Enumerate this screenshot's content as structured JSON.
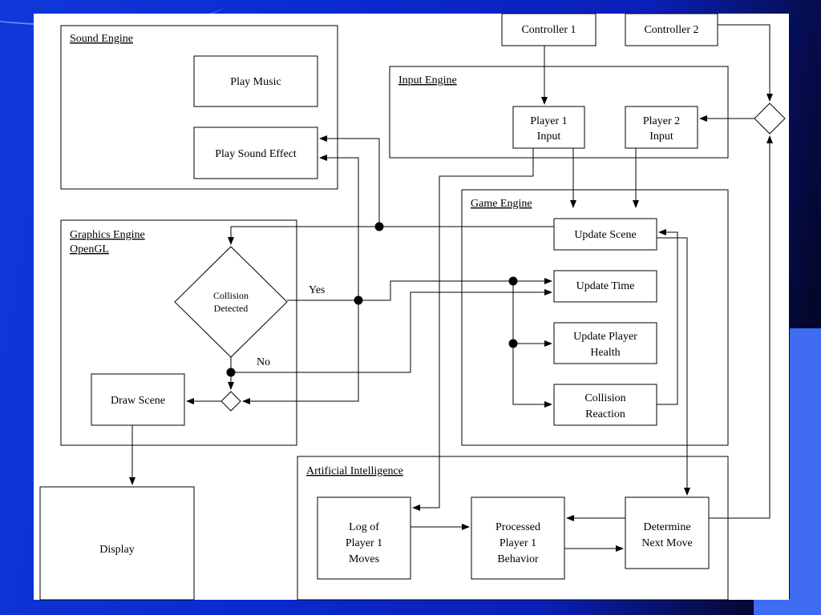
{
  "colors": {
    "slide_background": "#1038d8",
    "accent": "#3f6cf2",
    "canvas": "#ffffff",
    "ink": "#000000"
  },
  "diagram": {
    "engines": {
      "sound": "Sound Engine",
      "input": "Input Engine",
      "graphics_line1": "Graphics Engine",
      "graphics_line2": "OpenGL",
      "game": "Game Engine",
      "ai": "Artificial Intelligence"
    },
    "nodes": {
      "controller1": "Controller 1",
      "controller2": "Controller 2",
      "play_music": "Play Music",
      "play_sound_effect": "Play Sound Effect",
      "player1_input": [
        "Player 1",
        "Input"
      ],
      "player2_input": [
        "Player 2",
        "Input"
      ],
      "update_scene": "Update Scene",
      "update_time": "Update Time",
      "update_player_health": [
        "Update Player",
        "Health"
      ],
      "collision_reaction": [
        "Collision",
        "Reaction"
      ],
      "collision_detected": [
        "Collision",
        "Detected"
      ],
      "draw_scene": "Draw Scene",
      "display": "Display",
      "log_of_player1_moves": [
        "Log of",
        "Player 1",
        "Moves"
      ],
      "processed_player1_behavior": [
        "Processed",
        "Player 1",
        "Behavior"
      ],
      "determine_next_move": [
        "Determine",
        "Next Move"
      ]
    },
    "labels": {
      "yes": "Yes",
      "no": "No"
    }
  }
}
